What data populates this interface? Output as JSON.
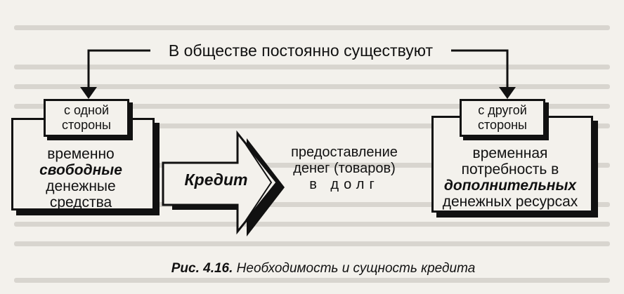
{
  "header": "В обществе постоянно существуют",
  "left": {
    "label_lines": [
      "с одной",
      "стороны"
    ],
    "text_lines": [
      {
        "text": "временно",
        "emph": false
      },
      {
        "text": "свободные",
        "emph": true
      },
      {
        "text": "денежные",
        "emph": false
      },
      {
        "text": "средства",
        "emph": false
      }
    ]
  },
  "right": {
    "label_lines": [
      "с другой",
      "стороны"
    ],
    "text_lines": [
      {
        "text": "временная",
        "emph": false
      },
      {
        "text": "потребность в",
        "emph": false
      },
      {
        "text": "дополнительных",
        "emph": true
      },
      {
        "text": "денежных ресурсах",
        "emph": false
      }
    ]
  },
  "center": {
    "line1": "предоставление",
    "line2": "денег (товаров)",
    "line3": "в долг"
  },
  "arrow_label": "Кредит",
  "caption": {
    "number": "Рис. 4.16.",
    "title": "Необходимость и сущность кредита"
  }
}
